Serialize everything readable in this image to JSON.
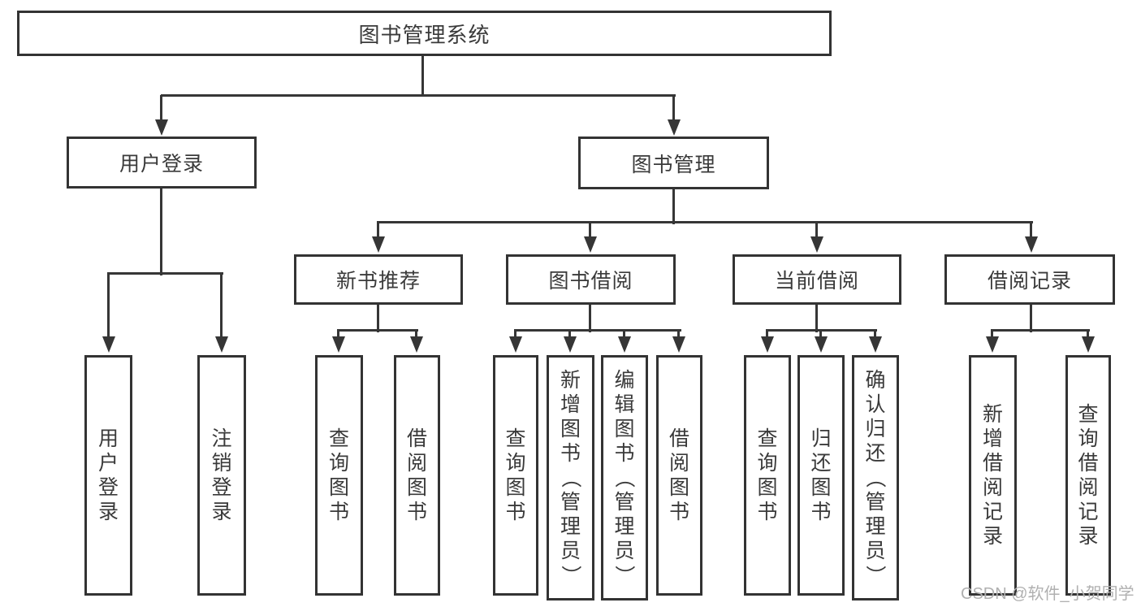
{
  "tree": {
    "root": {
      "label": "图书管理系统"
    },
    "branches": [
      {
        "label": "用户登录",
        "children": [
          {
            "label": "用户登录"
          },
          {
            "label": "注销登录"
          }
        ]
      },
      {
        "label": "图书管理",
        "children": [
          {
            "label": "新书推荐",
            "children": [
              {
                "label": "查询图书"
              },
              {
                "label": "借阅图书"
              }
            ]
          },
          {
            "label": "图书借阅",
            "children": [
              {
                "label": "查询图书"
              },
              {
                "label": "新增图书（管理员）"
              },
              {
                "label": "编辑图书（管理员）"
              },
              {
                "label": "借阅图书"
              }
            ]
          },
          {
            "label": "当前借阅",
            "children": [
              {
                "label": "查询图书"
              },
              {
                "label": "归还图书"
              },
              {
                "label": "确认归还（管理员）"
              }
            ]
          },
          {
            "label": "借阅记录",
            "children": [
              {
                "label": "新增借阅记录"
              },
              {
                "label": "查询借阅记录"
              }
            ]
          }
        ]
      }
    ]
  },
  "watermark": {
    "text": "CSDN @软件_小贺同学"
  },
  "colors": {
    "line": "#363636",
    "text": "#3a3a3a",
    "watermark": "#b0b0b0",
    "background": "#ffffff"
  }
}
